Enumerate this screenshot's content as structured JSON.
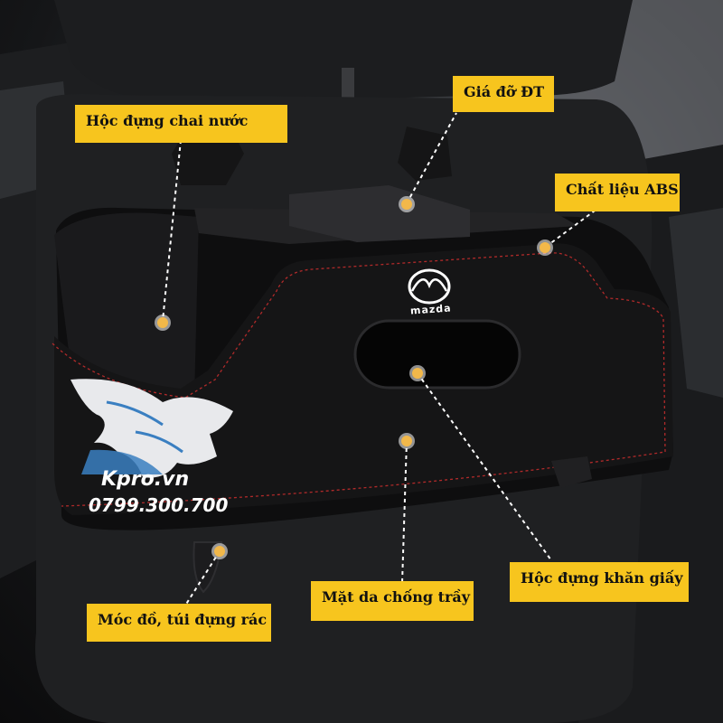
{
  "labels": {
    "bottle_holder": "Hộc đựng chai nước",
    "phone_holder": "Giá đỡ ĐT",
    "material": "Chất liệu ABS",
    "tissue_box": "Hộc đựng khăn giấy",
    "leather_surface": "Mặt da chống trầy",
    "hooks": "Móc đồ, túi đựng rác"
  },
  "brand": {
    "car_logo_text": "mazda",
    "shop_name": "Kpro.vn",
    "phone": "0799.300.700"
  },
  "colors": {
    "label_bg": "#f7c51e",
    "stitch": "#b02a2a",
    "dot": "#f2b84a"
  }
}
